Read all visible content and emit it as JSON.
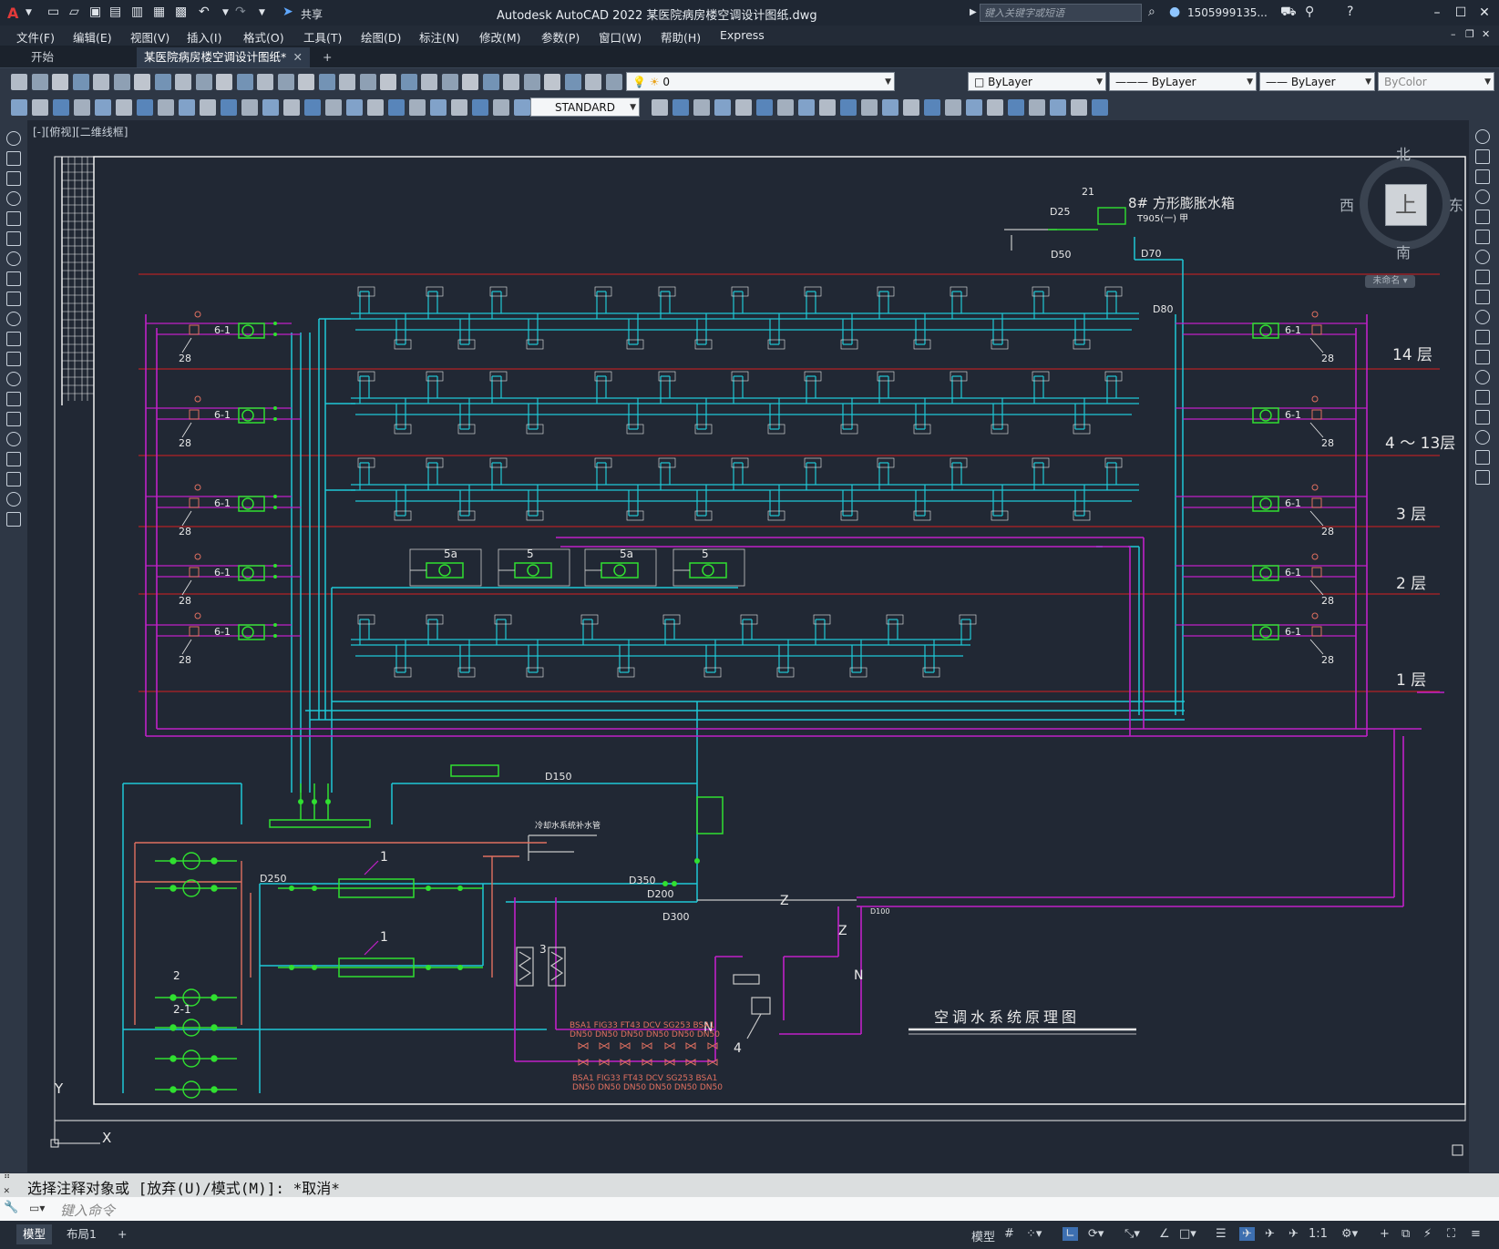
{
  "app": {
    "logo": "A",
    "title": "Autodesk AutoCAD 2022    某医院病房楼空调设计图纸.dwg"
  },
  "quick_access": {
    "share_label": "共享"
  },
  "search": {
    "placeholder": "键入关键字或短语"
  },
  "user": {
    "name": "1505999135..."
  },
  "menu": [
    "文件(F)",
    "编辑(E)",
    "视图(V)",
    "插入(I)",
    "格式(O)",
    "工具(T)",
    "绘图(D)",
    "标注(N)",
    "修改(M)",
    "参数(P)",
    "窗口(W)",
    "帮助(H)",
    "Express"
  ],
  "tabs": {
    "start": "开始",
    "active": "某医院病房楼空调设计图纸*",
    "add": "+"
  },
  "properties": {
    "layer": "0",
    "color": "ByLayer",
    "linetype": "ByLayer",
    "lineweight": "ByLayer",
    "plotstyle": "ByColor",
    "textstyle": "STANDARD"
  },
  "viewport": {
    "label": "[-][俯视][二维线框]"
  },
  "viewcube": {
    "north": "北",
    "south": "南",
    "east": "东",
    "west": "西",
    "top": "上",
    "ucs": "未命名"
  },
  "drawing": {
    "floors": [
      "14 层",
      "4 ～ 13层",
      "3 层",
      "2 层",
      "1 层"
    ],
    "title": "空调水系统原理图",
    "tank_label": "8# 方形膨胀水箱",
    "tank_spec": "T905(一) 甲",
    "labels": [
      "D80",
      "D50",
      "D70",
      "D25",
      "D150",
      "D200",
      "D300",
      "D250",
      "D350",
      "D100",
      "Z",
      "N",
      "1",
      "2",
      "2-1",
      "3",
      "4",
      "5",
      "5a",
      "6-1",
      "28",
      "21"
    ],
    "notes": [
      "冷却水系统补水管",
      "BSA1 FIG33 FT43 DCV SG253 BSA1",
      "DN50 DN50 DN50 DN50 DN50 DN50"
    ]
  },
  "command": {
    "history": "选择注释对象或 [放弃(U)/模式(M)]: *取消*",
    "placeholder": "键入命令"
  },
  "status": {
    "model_tab": "模型",
    "layout_tab": "布局1",
    "add": "+",
    "mode": "模型",
    "scale": "1:1"
  },
  "axes": {
    "x": "X",
    "y": "Y"
  }
}
